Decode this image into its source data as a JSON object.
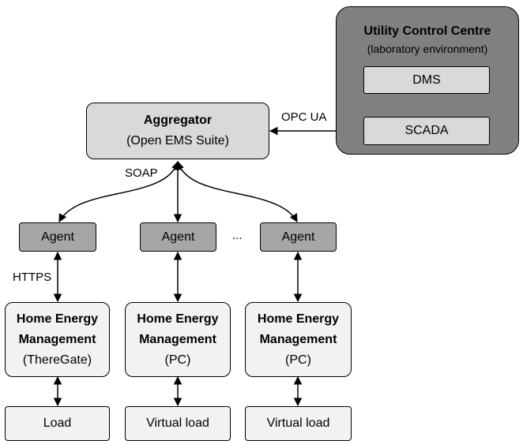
{
  "utility_centre": {
    "title": "Utility Control Centre",
    "subtitle": "(laboratory environment)",
    "dms": "DMS",
    "scada": "SCADA"
  },
  "aggregator": {
    "title": "Aggregator",
    "subtitle": "(Open EMS Suite)"
  },
  "links": {
    "opc_ua": "OPC UA",
    "soap": "SOAP",
    "https": "HTTPS",
    "ellipsis": "..."
  },
  "agents": [
    "Agent",
    "Agent",
    "Agent"
  ],
  "hems": [
    {
      "line1": "Home Energy",
      "line2": "Management",
      "line3": "(ThereGate)"
    },
    {
      "line1": "Home Energy",
      "line2": "Management",
      "line3": "(PC)"
    },
    {
      "line1": "Home Energy",
      "line2": "Management",
      "line3": "(PC)"
    }
  ],
  "loads": [
    "Load",
    "Virtual load",
    "Virtual load"
  ]
}
